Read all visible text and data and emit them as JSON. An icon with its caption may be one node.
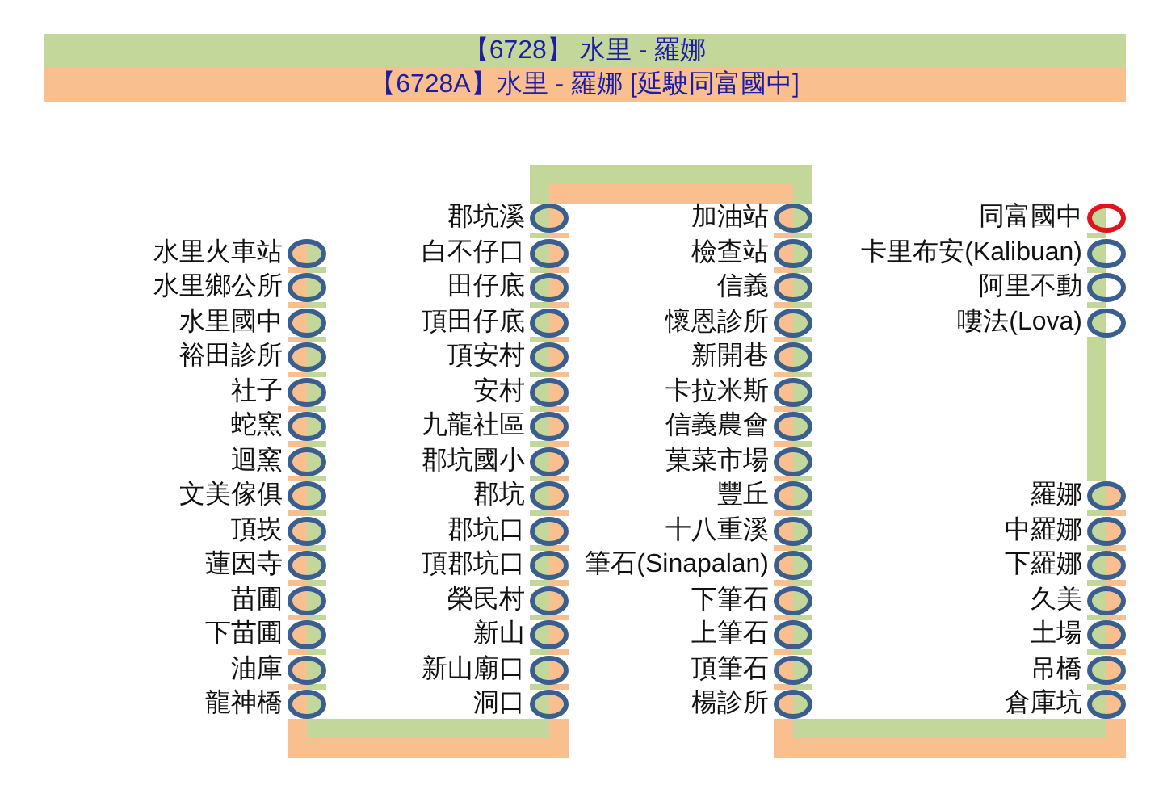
{
  "diagram": {
    "nodes": [
      {
        "text": [],
        "shape": "circle",
        "beside": [
          "水里火車站"
        ]
      },
      {
        "text": [],
        "shape": "circle",
        "beside": [
          "水里鄉公所"
        ]
      },
      {
        "text": [],
        "shape": "circle",
        "beside": [
          "水里國中"
        ]
      },
      {
        "text": [],
        "shape": "circle",
        "beside": [
          "裕田診所"
        ]
      },
      {
        "text": [],
        "shape": "circle",
        "beside": [
          "社子"
        ]
      },
      {
        "text": [],
        "shape": "circle",
        "beside": [
          "蛇窯"
        ]
      },
      {
        "text": [],
        "shape": "circle",
        "beside": [
          "迴窯"
        ]
      },
      {
        "text": [],
        "shape": "circle",
        "beside": [
          "文美傢俱"
        ]
      },
      {
        "text": [],
        "shape": "circle",
        "beside": [
          "頂崁"
        ]
      },
      {
        "text": [],
        "shape": "circle",
        "beside": [
          "蓮因寺"
        ]
      },
      {
        "text": [],
        "shape": "circle",
        "beside": [
          "苗圃"
        ]
      },
      {
        "text": [],
        "shape": "circle",
        "beside": [
          "下苗圃"
        ]
      },
      {
        "text": [],
        "shape": "circle",
        "beside": [
          "油庫"
        ]
      },
      {
        "text": [],
        "shape": "circle",
        "beside": [
          "龍神橋"
        ]
      },
      {
        "text": [],
        "shape": "circle",
        "beside": [
          "郡坑溪"
        ]
      },
      {
        "text": [],
        "shape": "circle",
        "beside": [
          "白不仔口"
        ]
      },
      {
        "text": [],
        "shape": "circle",
        "beside": [
          "田仔底"
        ]
      },
      {
        "text": [],
        "shape": "circle",
        "beside": [
          "頂田仔底"
        ]
      },
      {
        "text": [],
        "shape": "circle",
        "beside": [
          "頂安村"
        ]
      },
      {
        "text": [],
        "shape": "circle",
        "beside": [
          "安村"
        ]
      },
      {
        "text": [],
        "shape": "circle",
        "beside": [
          "九龍社區"
        ]
      },
      {
        "text": [],
        "shape": "circle",
        "beside": [
          "郡坑國小"
        ]
      },
      {
        "text": [],
        "shape": "circle",
        "beside": [
          "郡坑"
        ]
      },
      {
        "text": [],
        "shape": "circle",
        "beside": [
          "郡坑口"
        ]
      },
      {
        "text": [],
        "shape": "circle",
        "beside": [
          "頂郡坑口"
        ]
      },
      {
        "text": [],
        "shape": "circle",
        "beside": [
          "榮民村"
        ]
      },
      {
        "text": [],
        "shape": "circle",
        "beside": [
          "新山"
        ]
      },
      {
        "text": [],
        "shape": "circle",
        "beside": [
          "新山廟口"
        ]
      },
      {
        "text": [],
        "shape": "circle",
        "beside": [
          "洞口"
        ]
      },
      {
        "text": [],
        "shape": "circle",
        "beside": [
          "加油站"
        ]
      },
      {
        "text": [],
        "shape": "circle",
        "beside": [
          "檢查站"
        ]
      },
      {
        "text": [],
        "shape": "circle",
        "beside": [
          "信義"
        ]
      },
      {
        "text": [],
        "shape": "circle",
        "beside": [
          "懷恩診所"
        ]
      },
      {
        "text": [],
        "shape": "circle",
        "beside": [
          "新開巷"
        ]
      },
      {
        "text": [],
        "shape": "circle",
        "beside": [
          "卡拉米斯"
        ]
      },
      {
        "text": [],
        "shape": "circle",
        "beside": [
          "信義農會"
        ]
      },
      {
        "text": [],
        "shape": "circle",
        "beside": [
          "菓菜市場"
        ]
      },
      {
        "text": [],
        "shape": "circle",
        "beside": [
          "豐丘"
        ]
      },
      {
        "text": [],
        "shape": "circle",
        "beside": [
          "十八重溪"
        ]
      },
      {
        "text": [],
        "shape": "circle",
        "beside": [
          "筆石(Sinapalan)"
        ]
      },
      {
        "text": [],
        "shape": "circle",
        "beside": [
          "下筆石"
        ]
      },
      {
        "text": [],
        "shape": "circle",
        "beside": [
          "上筆石"
        ]
      },
      {
        "text": [],
        "shape": "circle",
        "beside": [
          "頂筆石"
        ]
      },
      {
        "text": [],
        "shape": "circle",
        "beside": [
          "楊診所"
        ]
      },
      {
        "text": [],
        "shape": "circle",
        "beside": [
          "同富國中"
        ]
      },
      {
        "text": [],
        "shape": "circle",
        "beside": [
          "卡里布安(Kalibuan)"
        ]
      },
      {
        "text": [],
        "shape": "circle",
        "beside": [
          "阿里不動"
        ]
      },
      {
        "text": [],
        "shape": "circle",
        "beside": [
          "嘍法(Lova)"
        ]
      },
      {
        "text": [],
        "shape": "circle",
        "beside": [
          "羅娜"
        ]
      },
      {
        "text": [],
        "shape": "circle",
        "beside": [
          "中羅娜"
        ]
      },
      {
        "text": [],
        "shape": "circle",
        "beside": [
          "下羅娜"
        ]
      },
      {
        "text": [],
        "shape": "circle",
        "beside": [
          "久美"
        ]
      },
      {
        "text": [],
        "shape": "circle",
        "beside": [
          "土場"
        ]
      },
      {
        "text": [],
        "shape": "circle",
        "beside": [
          "吊橋"
        ]
      },
      {
        "text": [],
        "shape": "circle",
        "beside": [
          "倉庫坑"
        ]
      }
    ],
    "edges": [
      {
        "from": 0,
        "to": 1,
        "arrow": "none",
        "color": "#c4d79b"
      },
      {
        "from": 1,
        "to": 2,
        "arrow": "none",
        "color": "#c4d79b"
      },
      {
        "from": 2,
        "to": 3,
        "arrow": "none",
        "color": "#c4d79b"
      },
      {
        "from": 3,
        "to": 4,
        "arrow": "none",
        "color": "#c4d79b"
      },
      {
        "from": 4,
        "to": 5,
        "arrow": "none",
        "color": "#c4d79b"
      },
      {
        "from": 5,
        "to": 6,
        "arrow": "none",
        "color": "#c4d79b"
      },
      {
        "from": 6,
        "to": 7,
        "arrow": "none",
        "color": "#c4d79b"
      },
      {
        "from": 7,
        "to": 8,
        "arrow": "none",
        "color": "#c4d79b"
      },
      {
        "from": 8,
        "to": 9,
        "arrow": "none",
        "color": "#c4d79b"
      },
      {
        "from": 9,
        "to": 10,
        "arrow": "none",
        "color": "#c4d79b"
      },
      {
        "from": 10,
        "to": 11,
        "arrow": "none",
        "color": "#c4d79b"
      },
      {
        "from": 11,
        "to": 12,
        "arrow": "none",
        "color": "#c4d79b"
      },
      {
        "from": 12,
        "to": 13,
        "arrow": "none",
        "color": "#c4d79b"
      },
      {
        "from": 13,
        "to": 28,
        "arrow": "none",
        "color": "#c4d79b"
      },
      {
        "from": 28,
        "to": 27,
        "arrow": "none",
        "color": "#c4d79b"
      },
      {
        "from": 27,
        "to": 26,
        "arrow": "none",
        "color": "#c4d79b"
      },
      {
        "from": 26,
        "to": 25,
        "arrow": "none",
        "color": "#c4d79b"
      },
      {
        "from": 25,
        "to": 24,
        "arrow": "none",
        "color": "#c4d79b"
      },
      {
        "from": 24,
        "to": 23,
        "arrow": "none",
        "color": "#c4d79b"
      },
      {
        "from": 23,
        "to": 22,
        "arrow": "none",
        "color": "#c4d79b"
      },
      {
        "from": 22,
        "to": 21,
        "arrow": "none",
        "color": "#c4d79b"
      },
      {
        "from": 21,
        "to": 20,
        "arrow": "none",
        "color": "#c4d79b"
      },
      {
        "from": 20,
        "to": 19,
        "arrow": "none",
        "color": "#c4d79b"
      },
      {
        "from": 19,
        "to": 18,
        "arrow": "none",
        "color": "#c4d79b"
      },
      {
        "from": 18,
        "to": 17,
        "arrow": "none",
        "color": "#c4d79b"
      },
      {
        "from": 17,
        "to": 16,
        "arrow": "none",
        "color": "#c4d79b"
      },
      {
        "from": 16,
        "to": 15,
        "arrow": "none",
        "color": "#c4d79b"
      },
      {
        "from": 15,
        "to": 14,
        "arrow": "none",
        "color": "#c4d79b"
      },
      {
        "from": 14,
        "to": 29,
        "arrow": "none",
        "color": "#c4d79b"
      },
      {
        "from": 29,
        "to": 30,
        "arrow": "none",
        "color": "#c4d79b"
      },
      {
        "from": 30,
        "to": 31,
        "arrow": "none",
        "color": "#c4d79b"
      },
      {
        "from": 31,
        "to": 32,
        "arrow": "none",
        "color": "#c4d79b"
      },
      {
        "from": 32,
        "to": 33,
        "arrow": "none",
        "color": "#c4d79b"
      },
      {
        "from": 33,
        "to": 34,
        "arrow": "none",
        "color": "#c4d79b"
      },
      {
        "from": 34,
        "to": 35,
        "arrow": "none",
        "color": "#c4d79b"
      },
      {
        "from": 35,
        "to": 36,
        "arrow": "none",
        "color": "#c4d79b"
      },
      {
        "from": 36,
        "to": 37,
        "arrow": "none",
        "color": "#c4d79b"
      },
      {
        "from": 37,
        "to": 38,
        "arrow": "none",
        "color": "#c4d79b"
      },
      {
        "from": 38,
        "to": 39,
        "arrow": "none",
        "color": "#c4d79b"
      },
      {
        "from": 39,
        "to": 40,
        "arrow": "none",
        "color": "#c4d79b"
      },
      {
        "from": 40,
        "to": 41,
        "arrow": "none",
        "color": "#c4d79b"
      },
      {
        "from": 41,
        "to": 42,
        "arrow": "none",
        "color": "#c4d79b"
      },
      {
        "from": 42,
        "to": 43,
        "arrow": "none",
        "color": "#c4d79b"
      },
      {
        "from": 43,
        "to": 54,
        "arrow": "none",
        "color": "#c4d79b"
      },
      {
        "from": 54,
        "to": 53,
        "arrow": "none",
        "color": "#c4d79b"
      },
      {
        "from": 53,
        "to": 52,
        "arrow": "none",
        "color": "#c4d79b"
      },
      {
        "from": 52,
        "to": 51,
        "arrow": "none",
        "color": "#c4d79b"
      },
      {
        "from": 51,
        "to": 50,
        "arrow": "none",
        "color": "#c4d79b"
      },
      {
        "from": 50,
        "to": 49,
        "arrow": "none",
        "color": "#c4d79b"
      },
      {
        "from": 49,
        "to": 48,
        "arrow": "none",
        "color": "#c4d79b"
      },
      {
        "from": 48,
        "to": 47,
        "arrow": "none",
        "color": "#c4d79b"
      },
      {
        "from": 47,
        "to": 46,
        "arrow": "none",
        "color": "#c4d79b"
      },
      {
        "from": 46,
        "to": 45,
        "arrow": "none",
        "color": "#c4d79b"
      },
      {
        "from": 45,
        "to": 44,
        "arrow": "none",
        "color": "#c4d79b"
      },
      {
        "from": 0,
        "to": 1,
        "arrow": "none",
        "color": "#fabf8f"
      },
      {
        "from": 1,
        "to": 2,
        "arrow": "none",
        "color": "#fabf8f"
      },
      {
        "from": 2,
        "to": 3,
        "arrow": "none",
        "color": "#fabf8f"
      },
      {
        "from": 3,
        "to": 4,
        "arrow": "none",
        "color": "#fabf8f"
      },
      {
        "from": 4,
        "to": 5,
        "arrow": "none",
        "color": "#fabf8f"
      },
      {
        "from": 5,
        "to": 6,
        "arrow": "none",
        "color": "#fabf8f"
      },
      {
        "from": 6,
        "to": 7,
        "arrow": "none",
        "color": "#fabf8f"
      },
      {
        "from": 7,
        "to": 8,
        "arrow": "none",
        "color": "#fabf8f"
      },
      {
        "from": 8,
        "to": 9,
        "arrow": "none",
        "color": "#fabf8f"
      },
      {
        "from": 9,
        "to": 10,
        "arrow": "none",
        "color": "#fabf8f"
      },
      {
        "from": 10,
        "to": 11,
        "arrow": "none",
        "color": "#fabf8f"
      },
      {
        "from": 11,
        "to": 12,
        "arrow": "none",
        "color": "#fabf8f"
      },
      {
        "from": 12,
        "to": 13,
        "arrow": "none",
        "color": "#fabf8f"
      },
      {
        "from": 13,
        "to": 28,
        "arrow": "none",
        "color": "#fabf8f"
      },
      {
        "from": 28,
        "to": 27,
        "arrow": "none",
        "color": "#fabf8f"
      },
      {
        "from": 27,
        "to": 26,
        "arrow": "none",
        "color": "#fabf8f"
      },
      {
        "from": 26,
        "to": 25,
        "arrow": "none",
        "color": "#fabf8f"
      },
      {
        "from": 25,
        "to": 24,
        "arrow": "none",
        "color": "#fabf8f"
      },
      {
        "from": 24,
        "to": 23,
        "arrow": "none",
        "color": "#fabf8f"
      },
      {
        "from": 23,
        "to": 22,
        "arrow": "none",
        "color": "#fabf8f"
      },
      {
        "from": 22,
        "to": 21,
        "arrow": "none",
        "color": "#fabf8f"
      },
      {
        "from": 21,
        "to": 20,
        "arrow": "none",
        "color": "#fabf8f"
      },
      {
        "from": 20,
        "to": 19,
        "arrow": "none",
        "color": "#fabf8f"
      },
      {
        "from": 19,
        "to": 18,
        "arrow": "none",
        "color": "#fabf8f"
      },
      {
        "from": 18,
        "to": 17,
        "arrow": "none",
        "color": "#fabf8f"
      },
      {
        "from": 17,
        "to": 16,
        "arrow": "none",
        "color": "#fabf8f"
      },
      {
        "from": 16,
        "to": 15,
        "arrow": "none",
        "color": "#fabf8f"
      },
      {
        "from": 15,
        "to": 14,
        "arrow": "none",
        "color": "#fabf8f"
      },
      {
        "from": 14,
        "to": 29,
        "arrow": "none",
        "color": "#fabf8f"
      },
      {
        "from": 29,
        "to": 30,
        "arrow": "none",
        "color": "#fabf8f"
      },
      {
        "from": 30,
        "to": 31,
        "arrow": "none",
        "color": "#fabf8f"
      },
      {
        "from": 31,
        "to": 32,
        "arrow": "none",
        "color": "#fabf8f"
      },
      {
        "from": 32,
        "to": 33,
        "arrow": "none",
        "color": "#fabf8f"
      },
      {
        "from": 33,
        "to": 34,
        "arrow": "none",
        "color": "#fabf8f"
      },
      {
        "from": 34,
        "to": 35,
        "arrow": "none",
        "color": "#fabf8f"
      },
      {
        "from": 35,
        "to": 36,
        "arrow": "none",
        "color": "#fabf8f"
      },
      {
        "from": 36,
        "to": 37,
        "arrow": "none",
        "color": "#fabf8f"
      },
      {
        "from": 37,
        "to": 38,
        "arrow": "none",
        "color": "#fabf8f"
      },
      {
        "from": 38,
        "to": 39,
        "arrow": "none",
        "color": "#fabf8f"
      },
      {
        "from": 39,
        "to": 40,
        "arrow": "none",
        "color": "#fabf8f"
      },
      {
        "from": 40,
        "to": 41,
        "arrow": "none",
        "color": "#fabf8f"
      },
      {
        "from": 41,
        "to": 42,
        "arrow": "none",
        "color": "#fabf8f"
      },
      {
        "from": 42,
        "to": 43,
        "arrow": "none",
        "color": "#fabf8f"
      },
      {
        "from": 43,
        "to": 54,
        "arrow": "none",
        "color": "#fabf8f"
      },
      {
        "from": 54,
        "to": 53,
        "arrow": "none",
        "color": "#fabf8f"
      },
      {
        "from": 53,
        "to": 52,
        "arrow": "none",
        "color": "#fabf8f"
      },
      {
        "from": 52,
        "to": 51,
        "arrow": "none",
        "color": "#fabf8f"
      },
      {
        "from": 51,
        "to": 50,
        "arrow": "none",
        "color": "#fabf8f"
      },
      {
        "from": 50,
        "to": 49,
        "arrow": "none",
        "color": "#fabf8f"
      },
      {
        "from": 49,
        "to": 48,
        "arrow": "none",
        "color": "#fabf8f"
      }
    ],
    "legend": [
      {
        "text": "【6728】 水里 - 羅娜",
        "color": "#c4d79b"
      },
      {
        "text": "【6728A】水里 - 羅娜 [延駛同富國中]",
        "color": "#fabf8f"
      }
    ]
  }
}
